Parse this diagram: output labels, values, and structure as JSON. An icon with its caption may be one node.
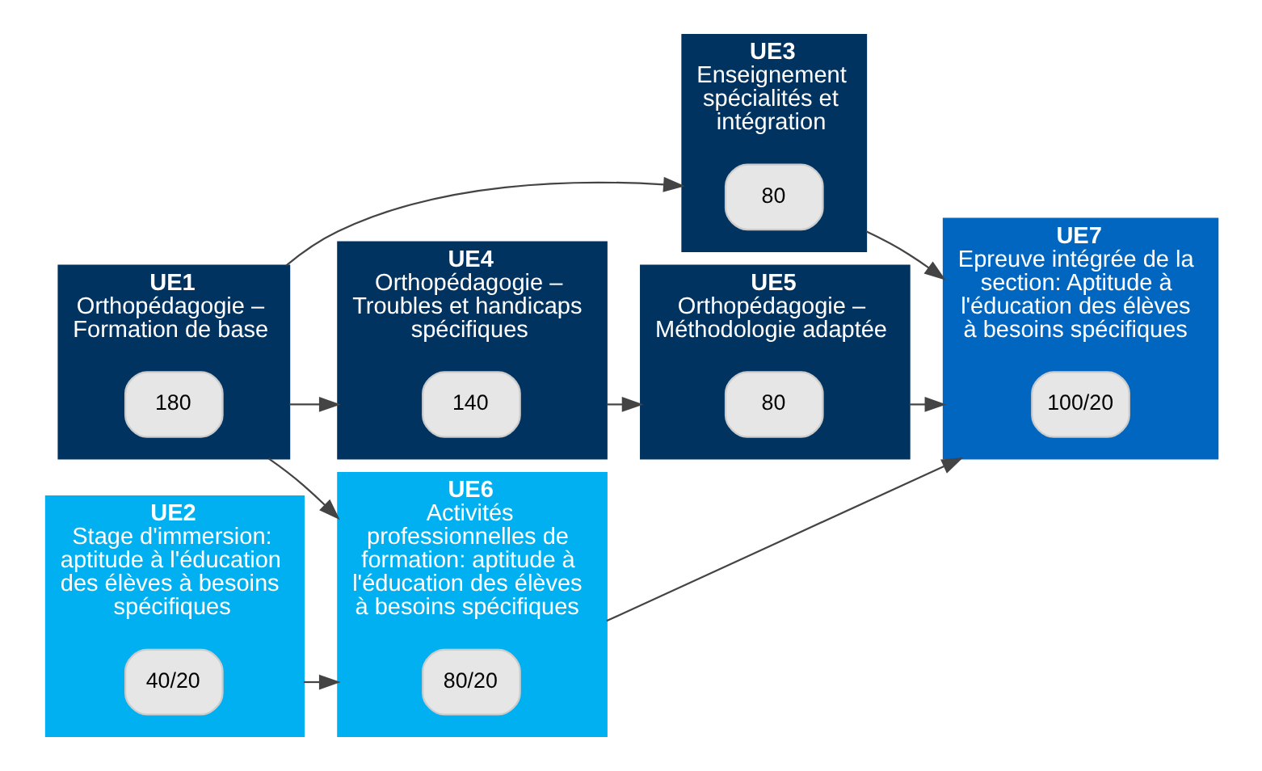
{
  "diagram": {
    "nodes": [
      {
        "text": [
          "UE1",
          "Orthopédagogie – Formation de base"
        ]
      },
      {
        "text": [
          "180"
        ],
        "in": 0
      },
      {
        "text": [
          "UE3",
          "Enseignement spécialités et intégration"
        ]
      },
      {
        "text": [
          "80"
        ],
        "in": 2
      },
      {
        "text": [
          "UE7",
          "Epreuve intégrée de la section: Aptitude à l'éducation des élèves à besoins spécifiques"
        ]
      },
      {
        "text": [
          "100/20"
        ],
        "in": 4
      },
      {
        "text": [
          "UE2",
          "Stage d'immersion: aptitude à l'éducation des élèves à besoins spécifiques"
        ]
      },
      {
        "text": [
          "40/20"
        ],
        "in": 6
      },
      {
        "text": [
          "UE4",
          "Orthopédagogie – Troubles et handicaps spécifiques"
        ]
      },
      {
        "text": [
          "140"
        ],
        "in": 8
      },
      {
        "text": [
          "UE5",
          "Orthopédagogie – Méthodologie adaptée"
        ]
      },
      {
        "text": [
          "80"
        ],
        "in": 10
      },
      {
        "text": [
          "UE6",
          "Activités professionnelles de formation: aptitude à l'éducation des élèves à besoins spécifiques"
        ]
      },
      {
        "text": [
          "80/20"
        ],
        "in": 12
      }
    ],
    "edges": [
      {
        "from": 0,
        "to": 2,
        "arrow": "to"
      },
      {
        "from": 0,
        "to": 8,
        "arrow": "to"
      },
      {
        "from": 0,
        "to": 12,
        "arrow": "to"
      },
      {
        "from": 6,
        "to": 12,
        "arrow": "to"
      },
      {
        "from": 8,
        "to": 10,
        "arrow": "to"
      },
      {
        "from": 2,
        "to": 4,
        "arrow": "to"
      },
      {
        "from": 10,
        "to": 4,
        "arrow": "to"
      },
      {
        "from": 12,
        "to": 4,
        "arrow": "to"
      }
    ]
  }
}
